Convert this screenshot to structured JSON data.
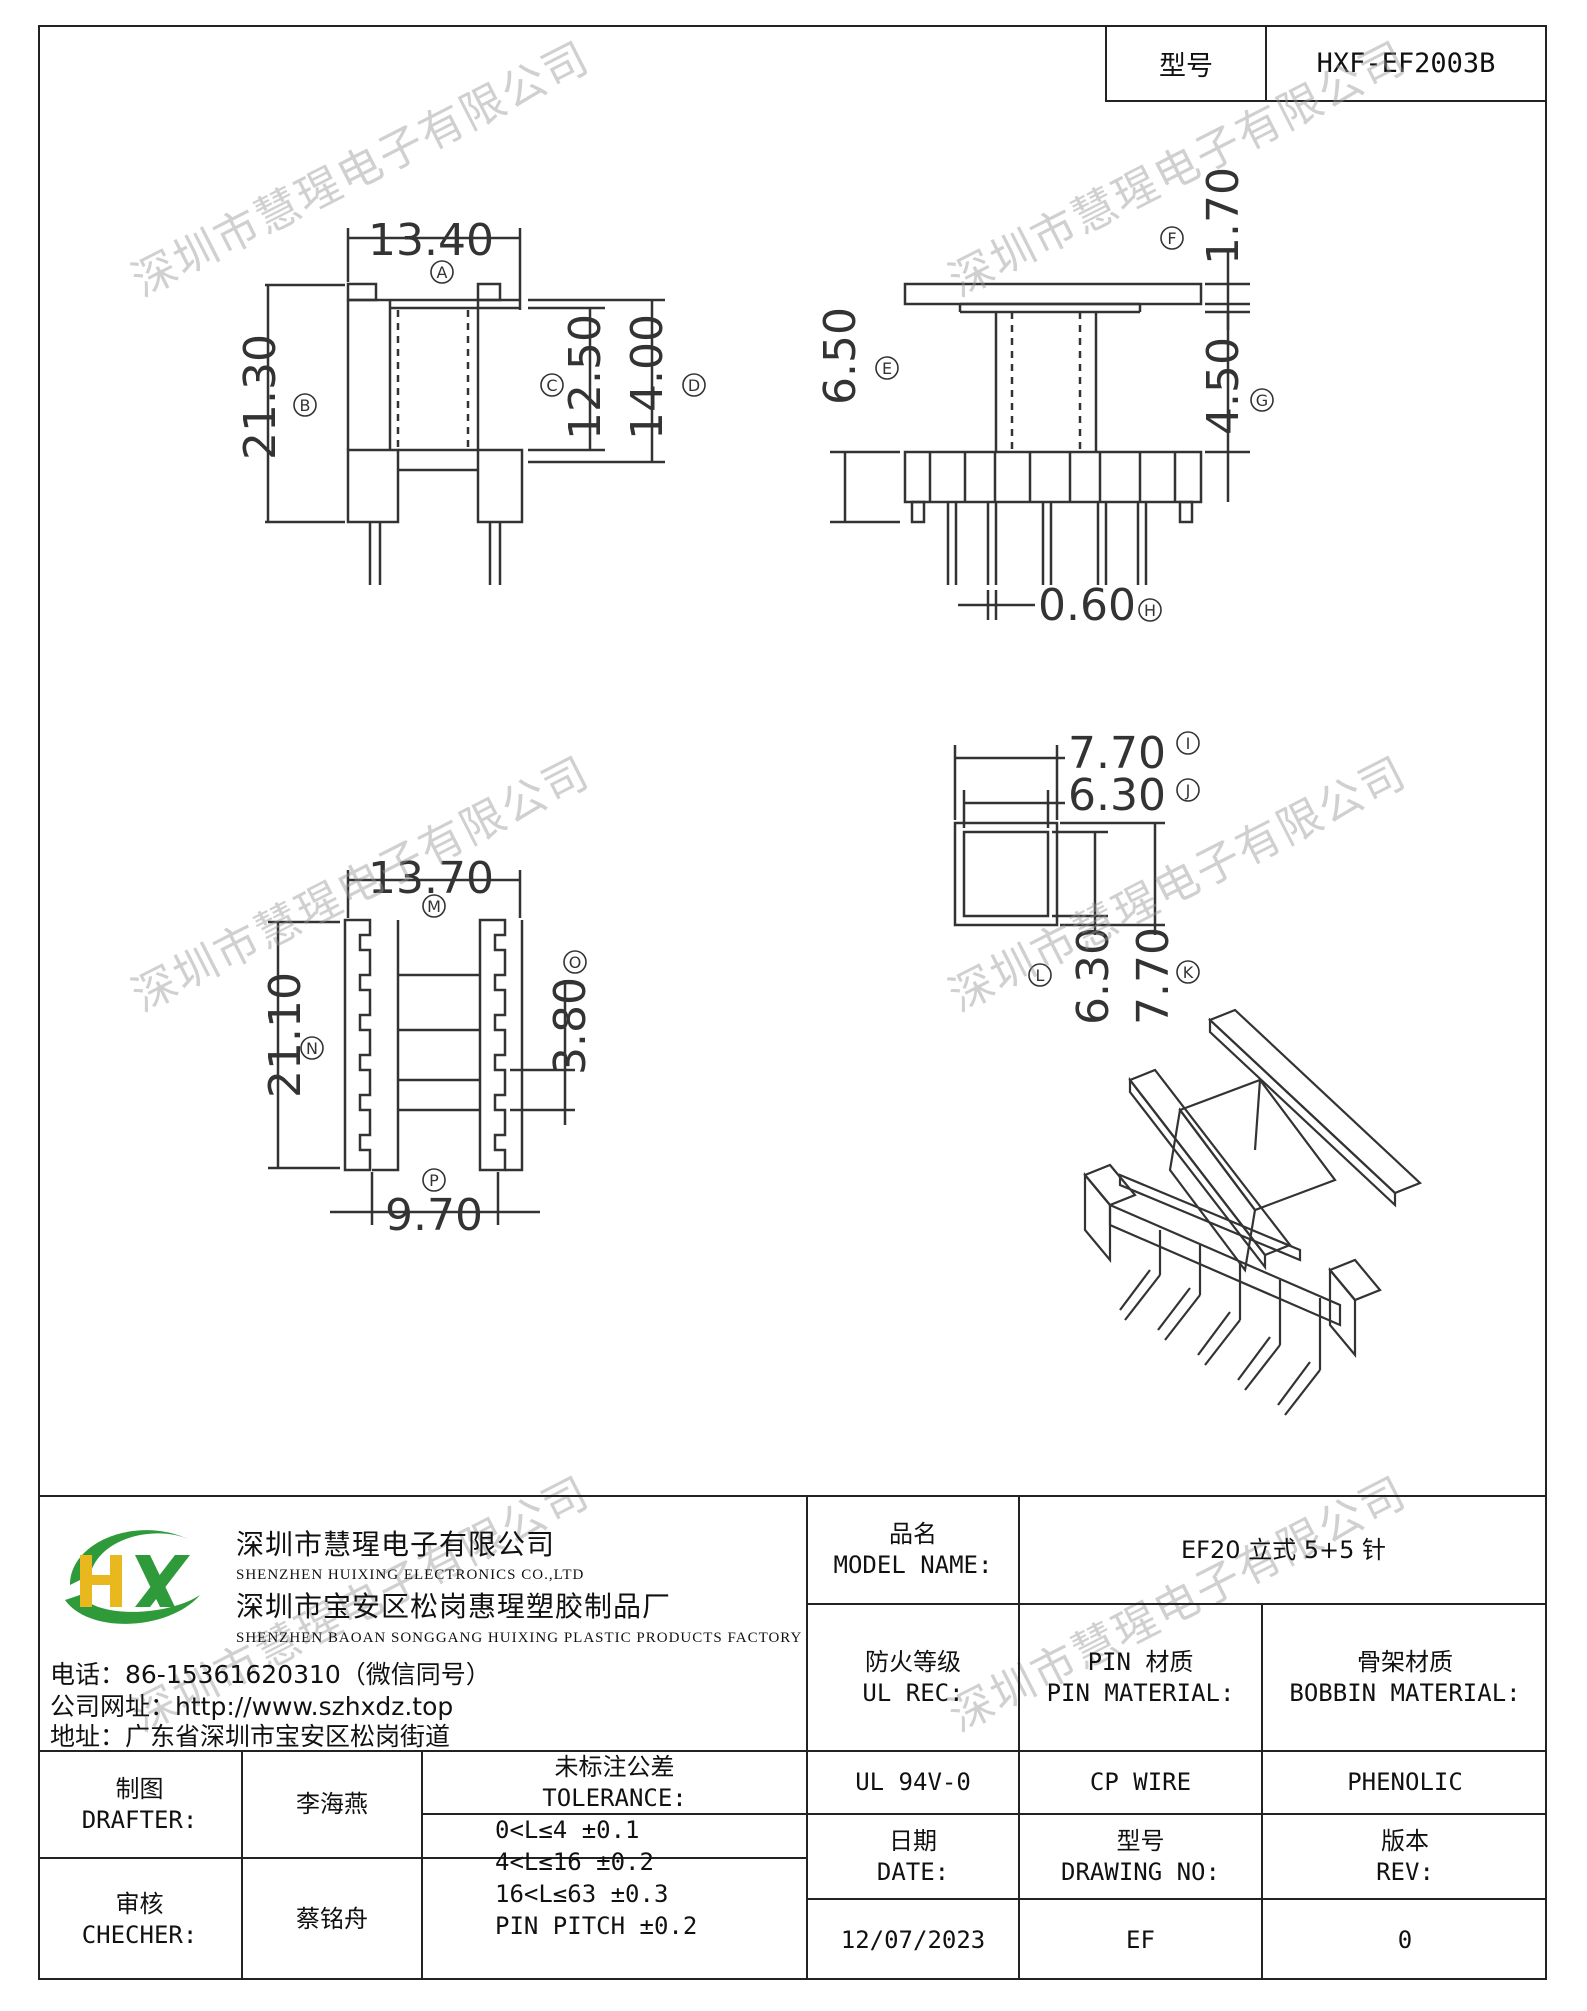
{
  "header": {
    "model_label": "型号",
    "model_value": "HXF-EF2003B"
  },
  "dimensions": {
    "A": "13.40",
    "B": "21.30",
    "C": "12.50",
    "D": "14.00",
    "E": "6.50",
    "F": "1.70",
    "G": "4.50",
    "H": "0.60",
    "I": "7.70",
    "J": "6.30",
    "K": "7.70",
    "L": "6.30",
    "M": "13.70",
    "N": "21.10",
    "O": "3.80",
    "P": "9.70"
  },
  "markers": {
    "A": "A",
    "B": "B",
    "C": "C",
    "D": "D",
    "E": "E",
    "F": "F",
    "G": "G",
    "H": "H",
    "I": "I",
    "J": "J",
    "K": "K",
    "L": "L",
    "M": "M",
    "N": "N",
    "O": "O",
    "P": "P"
  },
  "watermark": "深圳市慧瑆电子有限公司",
  "company": {
    "name_cn": "深圳市慧瑆电子有限公司",
    "name_en": "SHENZHEN HUIXING ELECTRONICS CO.,LTD",
    "factory_cn": "深圳市宝安区松岗惠瑆塑胶制品厂",
    "factory_en": "SHENZHEN BAOAN SONGGANG HUIXING PLASTIC PRODUCTS FACTORY",
    "phone": "电话：86-15361620310（微信同号）",
    "website": "公司网址：http://www.szhxdz.top",
    "address": "地址：广东省深圳市宝安区松岗街道"
  },
  "title_block": {
    "model_name_cn": "品名",
    "model_name_en": "MODEL NAME:",
    "model_name_value": "EF20 立式 5+5 针",
    "ul_cn": "防火等级",
    "ul_en": "UL REC:",
    "ul_value": "UL 94V-0",
    "pin_cn": "PIN 材质",
    "pin_en": "PIN MATERIAL:",
    "pin_value": "CP WIRE",
    "bobbin_cn": "骨架材质",
    "bobbin_en": "BOBBIN MATERIAL:",
    "bobbin_value": "PHENOLIC",
    "drafter_cn": "制图",
    "drafter_en": "DRAFTER:",
    "drafter_name": "李海燕",
    "checker_cn": "审核",
    "checker_en": "CHECHER:",
    "checker_name": "蔡铭舟",
    "tolerance_cn": "未标注公差",
    "tolerance_en": "TOLERANCE:",
    "tolerance_rows": [
      "0<L≤4  ±0.1",
      "4<L≤16 ±0.2",
      "16<L≤63 ±0.3",
      "PIN PITCH ±0.2"
    ],
    "date_cn": "日期",
    "date_en": "DATE:",
    "date_value": "12/07/2023",
    "drawing_cn": "型号",
    "drawing_en": "DRAWING NO:",
    "drawing_value": "EF",
    "rev_cn": "版本",
    "rev_en": "REV:",
    "rev_value": "0"
  },
  "colors": {
    "line": "#222222",
    "logo_green": "#2e9a3a",
    "logo_yellow": "#e8b81e",
    "watermark": "#969696"
  }
}
